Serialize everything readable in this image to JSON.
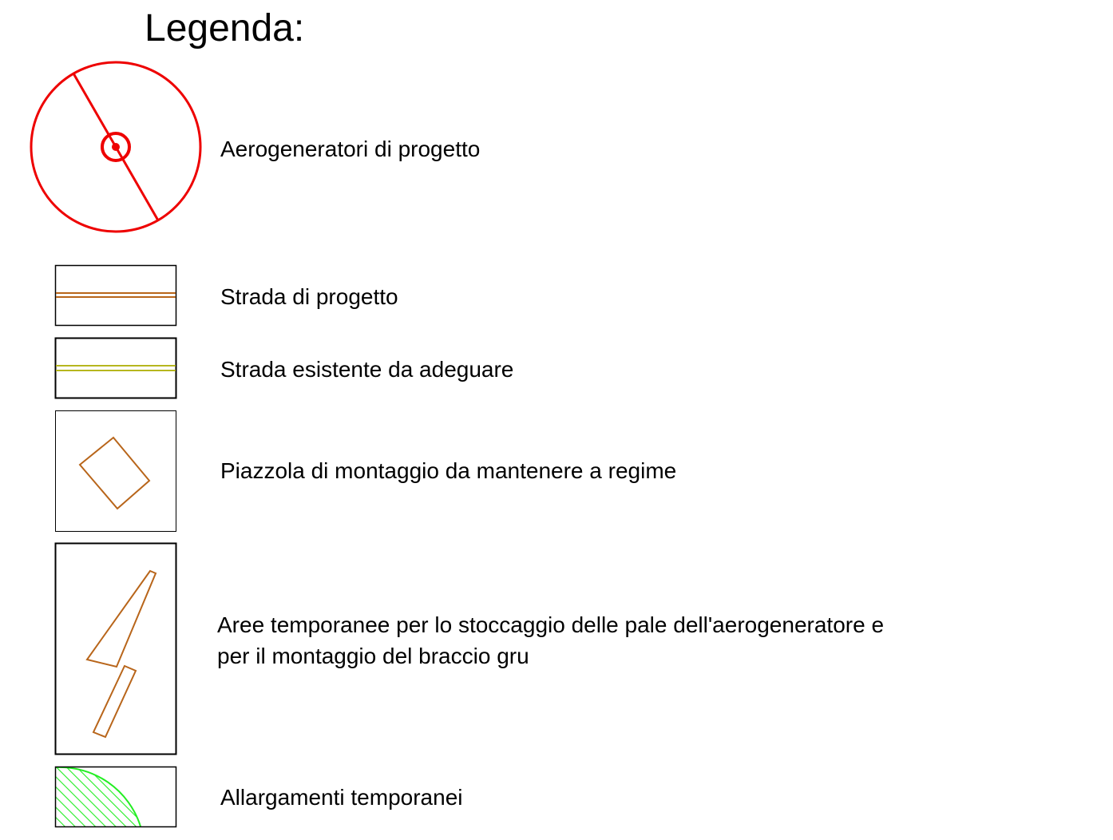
{
  "legend": {
    "title": "Legenda:",
    "items": [
      {
        "symbol": "wind-turbine-rotor-symbol",
        "color": "#ee0000",
        "label": "Aerogeneratori di progetto"
      },
      {
        "symbol": "double-line-road-symbol",
        "color": "#b8651a",
        "label": "Strada di progetto"
      },
      {
        "symbol": "double-line-road-symbol",
        "color": "#b6b61e",
        "label": "Strada esistente da adeguare"
      },
      {
        "symbol": "rotated-rectangle-symbol",
        "color": "#b8651a",
        "label": "Piazzola di montaggio da mantenere a regime"
      },
      {
        "symbol": "trapezoid-and-strip-symbol",
        "color": "#b8651a",
        "label": "Aree temporanee per lo stoccaggio delle pale dell'aerogeneratore e",
        "label_line2": "per il montaggio del braccio gru"
      },
      {
        "symbol": "green-hatched-area-symbol",
        "color": "#22ee22",
        "label": "Allargamenti temporanei"
      }
    ]
  }
}
